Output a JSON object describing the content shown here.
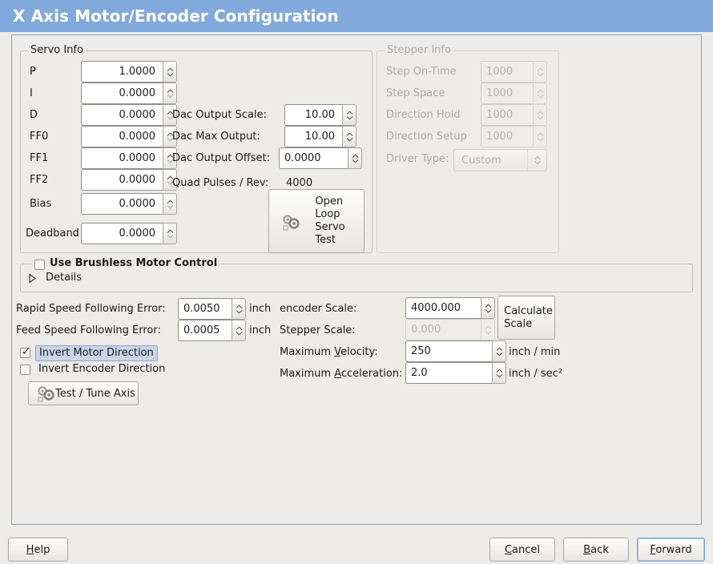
{
  "window": {
    "title": "X Axis Motor/Encoder Configuration",
    "titlebar_color": "#82a9db",
    "panel_border_color": "#7fa3d0",
    "background_color": "#edece9"
  },
  "servo_info": {
    "legend": "Servo Info",
    "fields": [
      {
        "label": "P",
        "value": "1.0000"
      },
      {
        "label": "I",
        "value": "0.0000"
      },
      {
        "label": "D",
        "value": "0.0000"
      },
      {
        "label": "FF0",
        "value": "0.0000"
      },
      {
        "label": "FF1",
        "value": "0.0000"
      },
      {
        "label": "FF2",
        "value": "0.0000"
      },
      {
        "label": "Bias",
        "value": "0.0000"
      },
      {
        "label": "Deadband",
        "value": "0.0000"
      }
    ],
    "dac": [
      {
        "label": "Dac Output Scale:",
        "value": "10.00"
      },
      {
        "label": "Dac Max Output:",
        "value": "10.00"
      },
      {
        "label": "Dac Output Offset:",
        "value": "0.0000"
      }
    ],
    "quad_pulses_label": "Quad Pulses / Rev:",
    "quad_pulses_value": "4000",
    "open_loop_button": {
      "line1": "Open",
      "line2": "Loop",
      "line3": "Servo",
      "line4": "Test",
      "icon": "gears-icon"
    }
  },
  "stepper_info": {
    "legend": "Stepper Info",
    "enabled": false,
    "fields": [
      {
        "label": "Step On-Time",
        "value": "1000"
      },
      {
        "label": "Step Space",
        "value": "1000"
      },
      {
        "label": "Direction Hold",
        "value": "1000"
      },
      {
        "label": "Direction Setup",
        "value": "1000"
      }
    ],
    "driver_type": {
      "label": "Driver Type:",
      "value": "Custom"
    }
  },
  "brushless": {
    "checkbox_label": "Use Brushless Motor Control",
    "checked": false,
    "details_label": "Details",
    "details_expanded": false
  },
  "following_error": {
    "rapid": {
      "label": "Rapid Speed Following Error:",
      "value": "0.0050",
      "unit": "inch"
    },
    "feed": {
      "label": "Feed Speed Following Error:",
      "value": "0.0005",
      "unit": "inch"
    }
  },
  "direction": {
    "invert_motor": {
      "label": "Invert Motor Direction",
      "checked": true,
      "focused": true
    },
    "invert_encoder": {
      "label": "Invert Encoder Direction",
      "checked": false,
      "focused": false
    },
    "test_tune_button": {
      "label": "Test / Tune Axis",
      "icon": "gears-icon"
    }
  },
  "scales": {
    "encoder_scale": {
      "label": "encoder Scale:",
      "value": "4000.000",
      "enabled": true
    },
    "stepper_scale": {
      "label": "Stepper Scale:",
      "value": "0.000",
      "enabled": false
    },
    "calculate_button": {
      "line1": "Calculate",
      "line2": "Scale"
    },
    "max_velocity": {
      "label_pre": "Maximum ",
      "label_mn": "V",
      "label_post": "elocity:",
      "value": "250",
      "unit": "inch / min"
    },
    "max_acceleration": {
      "label_pre": "Maximum ",
      "label_mn": "A",
      "label_post": "cceleration:",
      "value": "2.0",
      "unit": "inch / sec²"
    }
  },
  "footer": {
    "help": {
      "pre": "",
      "mn": "H",
      "post": "elp"
    },
    "cancel": {
      "pre": "",
      "mn": "C",
      "post": "ancel"
    },
    "back": {
      "pre": "",
      "mn": "B",
      "post": "ack"
    },
    "forward": {
      "pre": "",
      "mn": "F",
      "post": "orward",
      "focused": true
    }
  }
}
